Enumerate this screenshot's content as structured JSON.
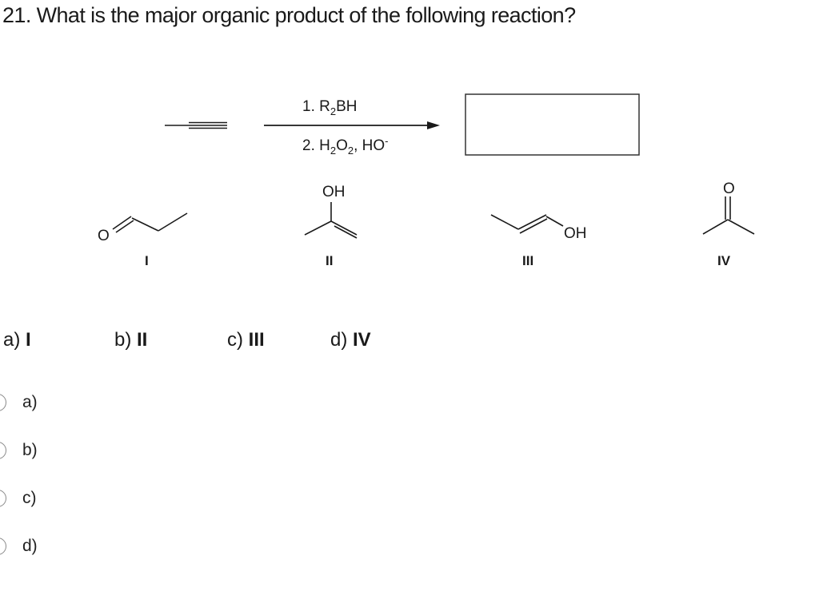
{
  "question": {
    "text": "21. What is the major organic product of the following reaction?"
  },
  "reaction": {
    "step1_prefix": "1. R",
    "step1_sub": "2",
    "step1_suffix": "BH",
    "step2_a": "2. H",
    "step2_sub1": "2",
    "step2_b": "O",
    "step2_sub2": "2",
    "step2_c": ", HO",
    "step2_sup": "-"
  },
  "structures": {
    "i_atom": "O",
    "i_label": "I",
    "ii_atom": "OH",
    "ii_label": "II",
    "iii_atom": "OH",
    "iii_label": "III",
    "iv_atom": "O",
    "iv_label": "IV"
  },
  "choices": [
    {
      "letter": "a)",
      "numeral": "I"
    },
    {
      "letter": "b)",
      "numeral": "II"
    },
    {
      "letter": "c)",
      "numeral": "III"
    },
    {
      "letter": "d)",
      "numeral": "IV"
    }
  ],
  "options": [
    {
      "label": "a)"
    },
    {
      "label": "b)"
    },
    {
      "label": "c)"
    },
    {
      "label": "d)"
    }
  ]
}
